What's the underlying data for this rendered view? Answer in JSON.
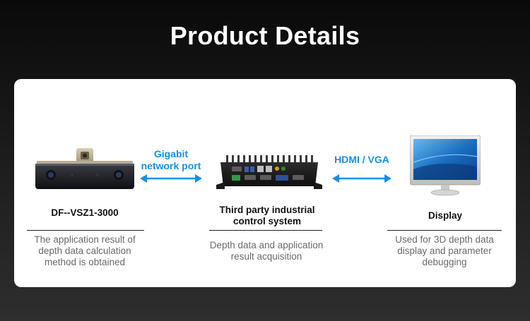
{
  "page": {
    "title": "Product Details"
  },
  "devices": [
    {
      "name": "DF--VSZ1-3000",
      "desc_lines": [
        "The application result of",
        "depth data calculation",
        "method is obtained"
      ]
    },
    {
      "name_lines": [
        "Third party industrial",
        "control system"
      ],
      "desc_lines": [
        "Depth data and application",
        "result acquisition"
      ]
    },
    {
      "name": "Display",
      "desc_lines": [
        "Used for 3D depth data",
        "display and parameter",
        "debugging"
      ]
    }
  ],
  "links": [
    {
      "label_lines": [
        "Gigabit",
        "network port"
      ]
    },
    {
      "label": "HDMI /  VGA"
    }
  ],
  "colors": {
    "accent": "#1a8fe0",
    "background": "#1b1b1b",
    "card": "#ffffff"
  }
}
